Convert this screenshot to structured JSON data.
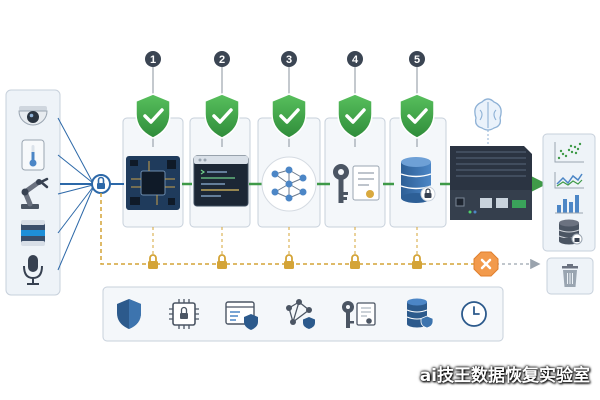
{
  "steps": [
    {
      "number": "1",
      "icon": "circuit-board-chip-icon"
    },
    {
      "number": "2",
      "icon": "terminal-code-window-icon"
    },
    {
      "number": "3",
      "icon": "neural-network-icon"
    },
    {
      "number": "4",
      "icon": "key-certificate-icon"
    },
    {
      "number": "5",
      "icon": "encrypted-database-icon"
    }
  ],
  "sensors": [
    "dome-camera-icon",
    "thermometer-sensor-icon",
    "robot-arm-icon",
    "lidar-sensor-icon",
    "microphone-icon"
  ],
  "bottom_icons": [
    "security-shield-icon",
    "locked-chip-icon",
    "secure-window-icon",
    "secure-network-icon",
    "key-certificate-icon",
    "secure-database-icon",
    "clock-icon"
  ],
  "outputs": [
    "scatter-chart-icon",
    "line-chart-icon",
    "bar-chart-icon",
    "database-stack-icon"
  ],
  "colors": {
    "shield_green": "#3ea544",
    "flow_green": "#3f9a48",
    "link_blue": "#2c68a8",
    "dashed_gold": "#d4a437",
    "stop_orange": "#f29a4c",
    "panel_border": "#c7d0db",
    "panel_fill": "#f4f7fa"
  },
  "watermark": "ai技王数据恢复实验室"
}
